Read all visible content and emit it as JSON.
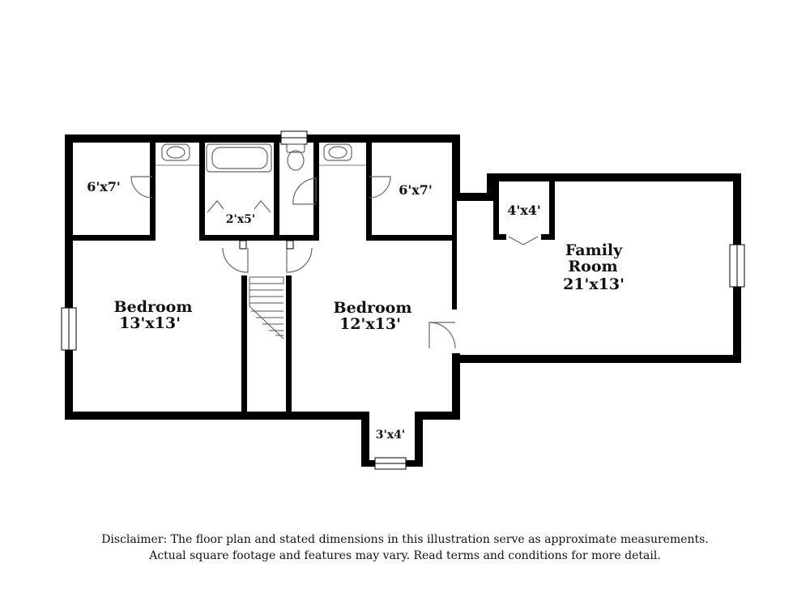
{
  "rooms": {
    "closet_left": {
      "dims": "6'x7'"
    },
    "closet_right": {
      "dims": "6'x7'"
    },
    "hall_closet": {
      "dims": "2'x5'"
    },
    "bedroom_left": {
      "name": "Bedroom",
      "dims": "13'x13'"
    },
    "bedroom_right": {
      "name": "Bedroom",
      "dims": "12'x13'"
    },
    "storage": {
      "dims": "4'x4'"
    },
    "family_room": {
      "name_line1": "Family",
      "name_line2": "Room",
      "dims": "21'x13'"
    },
    "nook": {
      "dims": "3'x4'"
    }
  },
  "disclaimer": {
    "line1": "Disclaimer: The floor plan and stated dimensions in this illustration serve as approximate measurements.",
    "line2": "Actual square footage and features may vary. Read terms and conditions for more detail."
  }
}
